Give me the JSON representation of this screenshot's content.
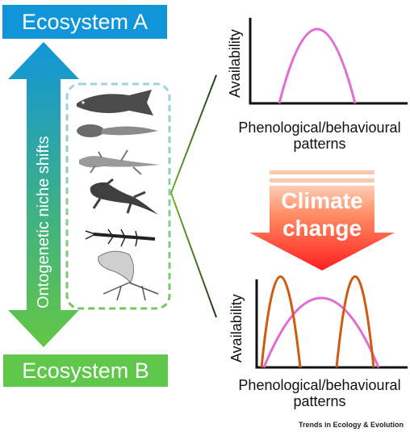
{
  "ecosystem_a": "Ecosystem A",
  "ecosystem_b": "Ecosystem B",
  "arrow_label": "Ontogenetic niche shifts",
  "climate_change": [
    "Climate",
    "change"
  ],
  "top_chart": {
    "ylabel": "Availability",
    "xlabel": [
      "Phenological/behavioural",
      "patterns"
    ]
  },
  "bottom_chart": {
    "ylabel": "Availability",
    "xlabel": [
      "Phenological/behavioural",
      "patterns"
    ]
  },
  "organisms": [
    "fish-icon",
    "tadpole-icon",
    "larval-salamander-icon",
    "salamander-icon",
    "aquatic-insect-larva-icon",
    "mayfly-icon"
  ],
  "credit": "Trends in Ecology & Evolution",
  "colors": {
    "blue": "#1195d9",
    "green": "#5fc749",
    "pink": "#e26bd6",
    "orange": "#cf5a12",
    "red": "#ff2a2a",
    "dashed_box": "#9fd3e0"
  }
}
